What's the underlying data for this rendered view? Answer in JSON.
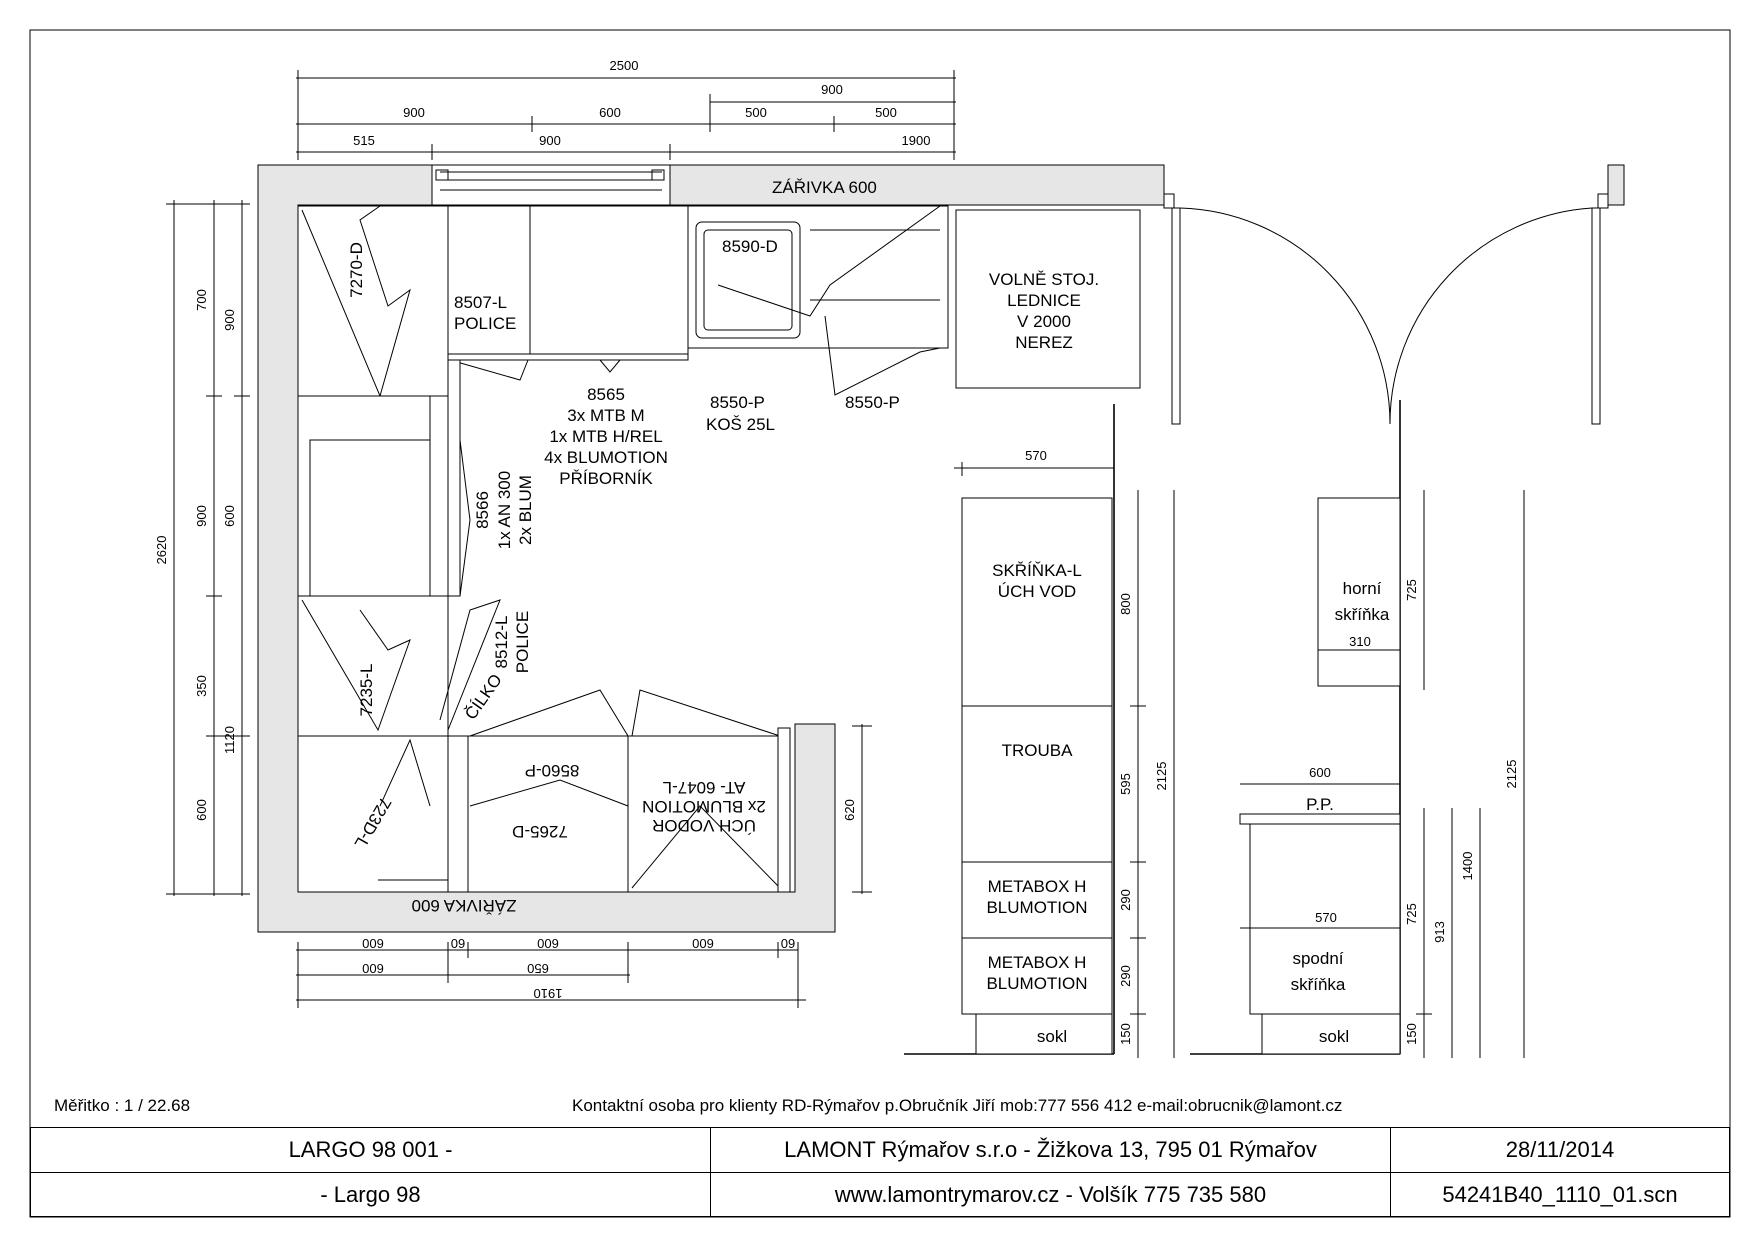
{
  "plan": {
    "dims_top": {
      "overall": "2500",
      "right_900": "900",
      "w_500a": "500",
      "w_500b": "500",
      "r2_900": "900",
      "r2_600": "600",
      "r3_515": "515",
      "r3_900": "900",
      "r3_1900": "1900"
    },
    "dims_left": {
      "overall": "2620",
      "a_700": "700",
      "a_900": "900",
      "b_900": "900",
      "b_600": "600",
      "c_350": "350",
      "c_1120": "1120",
      "d_600": "600"
    },
    "dims_bottom": {
      "b1_600": "600",
      "b1_60a": "60",
      "b1_600b": "600",
      "b1_600c": "600",
      "b1_60b": "60",
      "b2_600": "600",
      "b2_650": "650",
      "overall": "1910"
    },
    "dims_right": {
      "d_620": "620"
    },
    "labels": {
      "zarivka_top": "ZÁŘIVKA 600",
      "zarivka_bottom": "ZÁŘIVKA 600",
      "c7270": "7270-D",
      "c8507a": "8507-L",
      "c8507b": "POLICE",
      "c8590": "8590-D",
      "fridge1": "VOLNĚ STOJ.",
      "fridge2": "LEDNICE",
      "fridge3": "V 2000",
      "fridge4": "NEREZ",
      "c8565a": "8565",
      "c8565b": "3x MTB M",
      "c8565c": "1x MTB H/REL",
      "c8565d": "4x BLUMOTION",
      "c8565e": "PŘÍBORNÍK",
      "c8550a": "8550-P",
      "c8550b": "KOŠ 25L",
      "c8550c": "8550-P",
      "c8566a": "8566",
      "c8566b": "1x AN 300",
      "c8566c": "2x BLUM",
      "c8512a": "8512-L",
      "c8512b": "POLICE",
      "c7235": "7235-L",
      "cilko": "ČÍLKO",
      "c8560": "8560-P",
      "c7265": "7265-D",
      "c723": "723D-L",
      "c6047a": "AT- 6047-L",
      "c6047b": "2x BLUMOTION",
      "c6047c": "ÚCH VODOR"
    }
  },
  "elevation_tall": {
    "w570": "570",
    "skrinka1": "SKŘÍŇKA-L",
    "skrinka2": "ÚCH VOD",
    "trouba": "TROUBA",
    "meta1a": "METABOX H",
    "meta1b": "BLUMOTION",
    "meta2a": "METABOX H",
    "meta2b": "BLUMOTION",
    "sokl": "sokl",
    "h800": "800",
    "h595": "595",
    "h290a": "290",
    "h290b": "290",
    "h150": "150",
    "h2125": "2125"
  },
  "elevation_side": {
    "horni1": "horní",
    "horni2": "skříňka",
    "w310": "310",
    "h725a": "725",
    "h2125": "2125",
    "w600": "600",
    "pp": "P.P.",
    "w570": "570",
    "spodni1": "spodní",
    "spodni2": "skříňka",
    "sokl": "sokl",
    "h1400": "1400",
    "h725b": "725",
    "h913": "913",
    "h150": "150"
  },
  "footer": {
    "scale": "Měřitko : 1 / 22.68",
    "contact": "Kontaktní osoba pro klienty RD-Rýmařov p.Obručník Jiří mob:777 556 412 e-mail:obrucnik@lamont.cz"
  },
  "title_block": {
    "project": "LARGO 98 001 -",
    "subproject": "-  Largo 98",
    "company": "LAMONT Rýmařov s.r.o - Žižkova 13, 795 01 Rýmařov",
    "web": "www.lamontrymarov.cz - Volšík 775 735 580",
    "date": "28/11/2014",
    "file": "54241B40_1110_01.scn"
  }
}
